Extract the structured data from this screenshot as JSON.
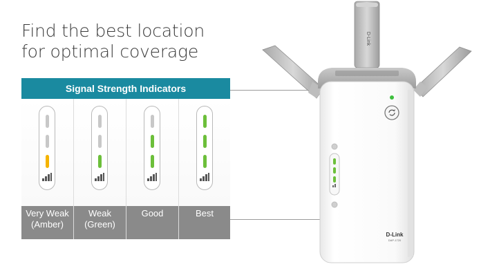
{
  "headline": {
    "line1": "Find the  best location",
    "line2": "for optimal coverage"
  },
  "panel": {
    "title": "Signal Strength Indicators",
    "indicators": [
      {
        "line1": "Very Weak",
        "line2": "(Amber)",
        "leds": [
          "off",
          "off",
          "amber"
        ]
      },
      {
        "line1": "Weak",
        "line2": "(Green)",
        "leds": [
          "off",
          "off",
          "green"
        ]
      },
      {
        "line1": "Good",
        "line2": "",
        "leds": [
          "off",
          "green",
          "green"
        ]
      },
      {
        "line1": "Best",
        "line2": "",
        "leds": [
          "green",
          "green",
          "green"
        ]
      }
    ]
  },
  "colors": {
    "header": "#1a8aa0",
    "amber": "#f5b400",
    "green": "#6cbf3a",
    "off": "#c8c8c8",
    "label_bg": "#8a8a8a"
  },
  "device": {
    "brand": "D-Link",
    "model": "DAP-1720",
    "antenna_brand": "D-Link"
  }
}
